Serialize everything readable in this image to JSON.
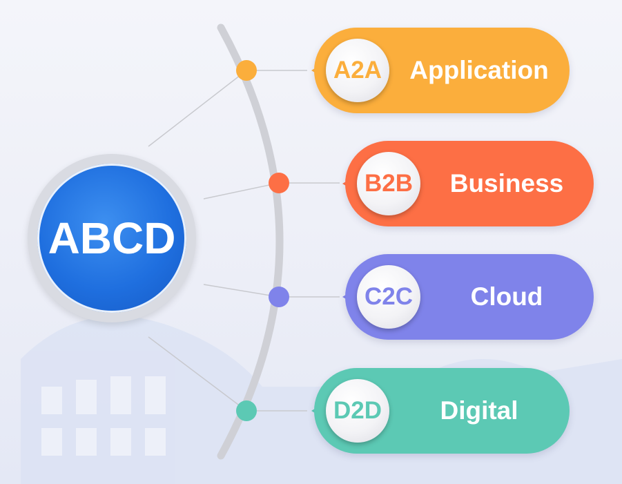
{
  "center": {
    "label": "ABCD",
    "color": "#1f6fdf"
  },
  "items": [
    {
      "code": "A2A",
      "label": "Application",
      "color": "#fbae3c",
      "icon": "none"
    },
    {
      "code": "B2B",
      "label": "Business",
      "color": "#fd6f45",
      "icon": "none"
    },
    {
      "code": "C2C",
      "label": "Cloud",
      "color": "#7f83ea",
      "icon": "none"
    },
    {
      "code": "D2D",
      "label": "Digital",
      "color": "#5cc9b4",
      "icon": "none"
    }
  ],
  "arc_color": "#cfd0d6",
  "connector_color": "#c8c9ce"
}
